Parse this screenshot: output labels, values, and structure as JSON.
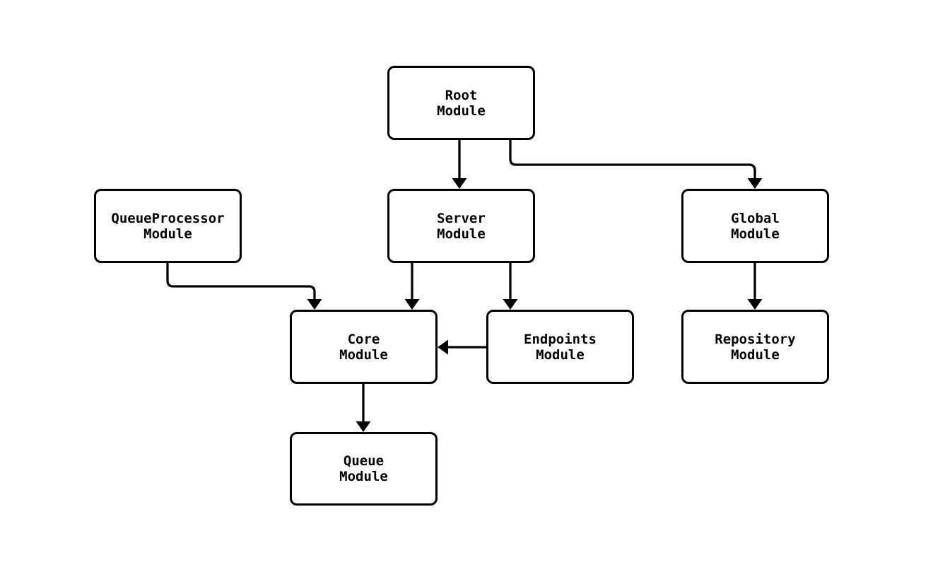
{
  "diagram": {
    "type": "module-dependency-flowchart",
    "background_color": "#ffffff",
    "node_fill": "#ffffff",
    "node_border_color": "#000000",
    "edge_color": "#000000",
    "text_color": "#000000",
    "nodes": {
      "root": {
        "label": "Root\nModule"
      },
      "server": {
        "label": "Server\nModule"
      },
      "queue_processor": {
        "label": "QueueProcessor\nModule"
      },
      "global": {
        "label": "Global\nModule"
      },
      "core": {
        "label": "Core\nModule"
      },
      "endpoints": {
        "label": "Endpoints\nModule"
      },
      "repository": {
        "label": "Repository\nModule"
      },
      "queue": {
        "label": "Queue\nModule"
      }
    },
    "edges": [
      {
        "from": "Root Module",
        "to": "Server Module"
      },
      {
        "from": "Root Module",
        "to": "Global Module"
      },
      {
        "from": "QueueProcessor Module",
        "to": "Core Module"
      },
      {
        "from": "Server Module",
        "to": "Core Module"
      },
      {
        "from": "Server Module",
        "to": "Endpoints Module"
      },
      {
        "from": "Endpoints Module",
        "to": "Core Module"
      },
      {
        "from": "Global Module",
        "to": "Repository Module"
      },
      {
        "from": "Core Module",
        "to": "Queue Module"
      }
    ]
  }
}
